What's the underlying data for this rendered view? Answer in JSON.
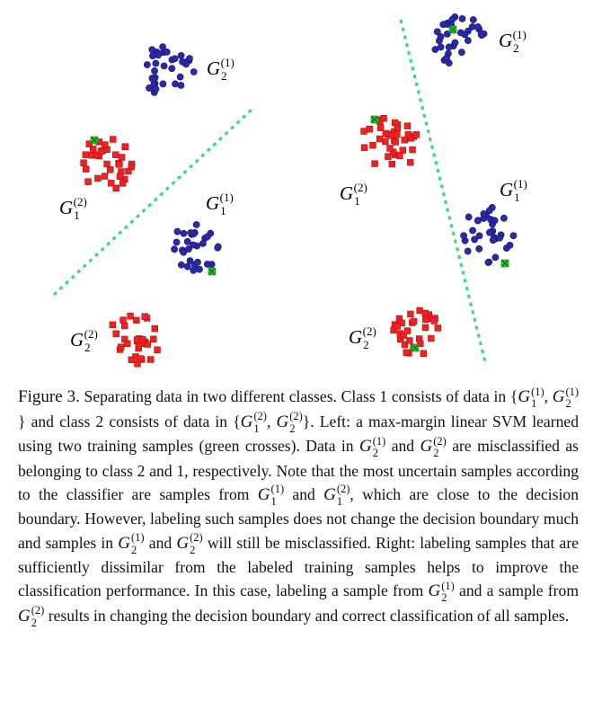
{
  "figure": {
    "left_panel": {
      "clusters": [
        {
          "label_letter": "G",
          "label_sub": "2",
          "label_sup": "(1)",
          "class": "blue"
        },
        {
          "label_letter": "G",
          "label_sub": "1",
          "label_sup": "(2)",
          "class": "red"
        },
        {
          "label_letter": "G",
          "label_sub": "1",
          "label_sup": "(1)",
          "class": "blue"
        },
        {
          "label_letter": "G",
          "label_sub": "2",
          "label_sup": "(2)",
          "class": "red"
        }
      ]
    },
    "right_panel": {
      "clusters": [
        {
          "label_letter": "G",
          "label_sub": "2",
          "label_sup": "(1)",
          "class": "blue"
        },
        {
          "label_letter": "G",
          "label_sub": "1",
          "label_sup": "(2)",
          "class": "red"
        },
        {
          "label_letter": "G",
          "label_sub": "1",
          "label_sup": "(1)",
          "class": "blue"
        },
        {
          "label_letter": "G",
          "label_sub": "2",
          "label_sup": "(2)",
          "class": "red"
        }
      ]
    },
    "colors": {
      "class1_blue": "#2a2aa8",
      "class2_red": "#ee2222",
      "training_green": "#22cc22",
      "boundary": "#33dd77"
    }
  },
  "caption": {
    "lead": "Figure 3.",
    "t1": " Separating data in two different classes. Class 1 consists of data in {",
    "t2": "} and class 2 consists of data in {",
    "t3": "}. Left: a max-margin linear SVM learned using two training samples (green crosses). Data in ",
    "t4": " and ",
    "t5": " are misclassified as belonging to class 2 and 1, respectively. Note that the most uncertain samples according to the classifier are samples from ",
    "t6": " and ",
    "t7": ", which are close to the decision boundary. However, labeling such samples does not change the decision boundary much and samples in ",
    "t8": " and ",
    "t9": " will still be misclassified. Right: labeling samples that are sufficiently dissimilar from the labeled training samples helps to improve the classification performance. In this case, labeling a sample from ",
    "t10": " and a sample from ",
    "t11": " results in changing the decision boundary and correct classification of all samples.",
    "comma": ", ",
    "sym_letter": "G",
    "sup1": "(1)",
    "sup2": "(2)",
    "sub1": "1",
    "sub2": "2"
  }
}
